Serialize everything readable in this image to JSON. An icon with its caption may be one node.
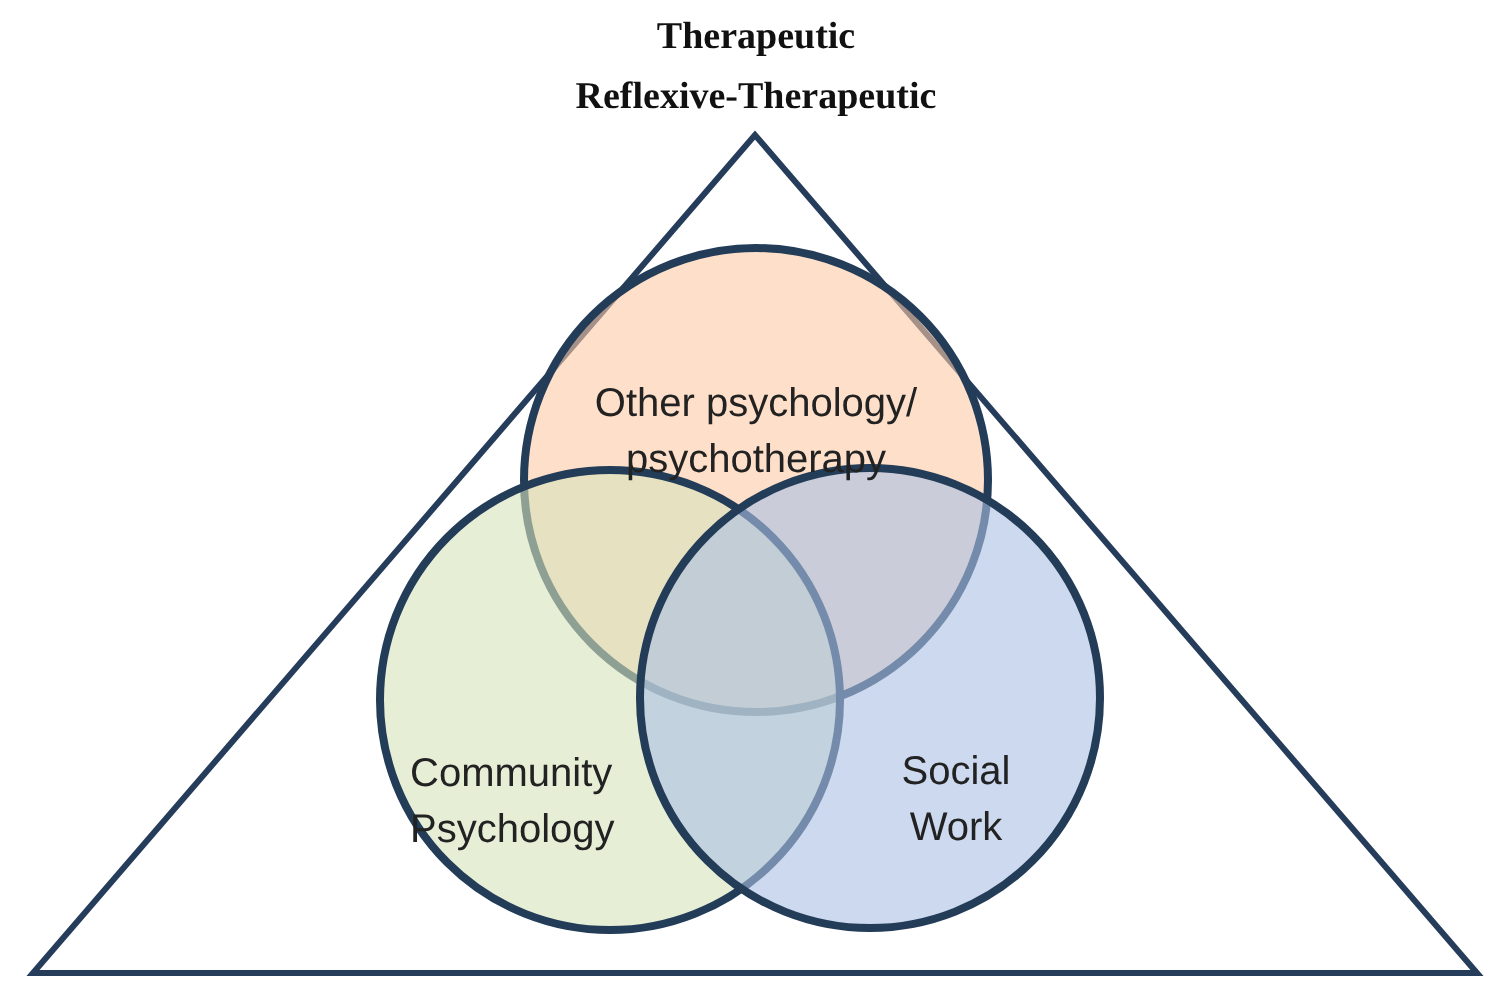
{
  "diagram": {
    "nodes": [
      {
        "text": [],
        "shape": "triangle"
      },
      {
        "text": [
          "Other psychology/ psychotherapy"
        ],
        "in": 0
      },
      {
        "text": [
          "Community Psychology"
        ],
        "in": 0
      },
      {
        "text": [
          "Social Work"
        ],
        "in": 0
      }
    ],
    "edges": [],
    "labels": [
      "Therapeutic",
      "Reflexive-Therapeutic"
    ]
  }
}
